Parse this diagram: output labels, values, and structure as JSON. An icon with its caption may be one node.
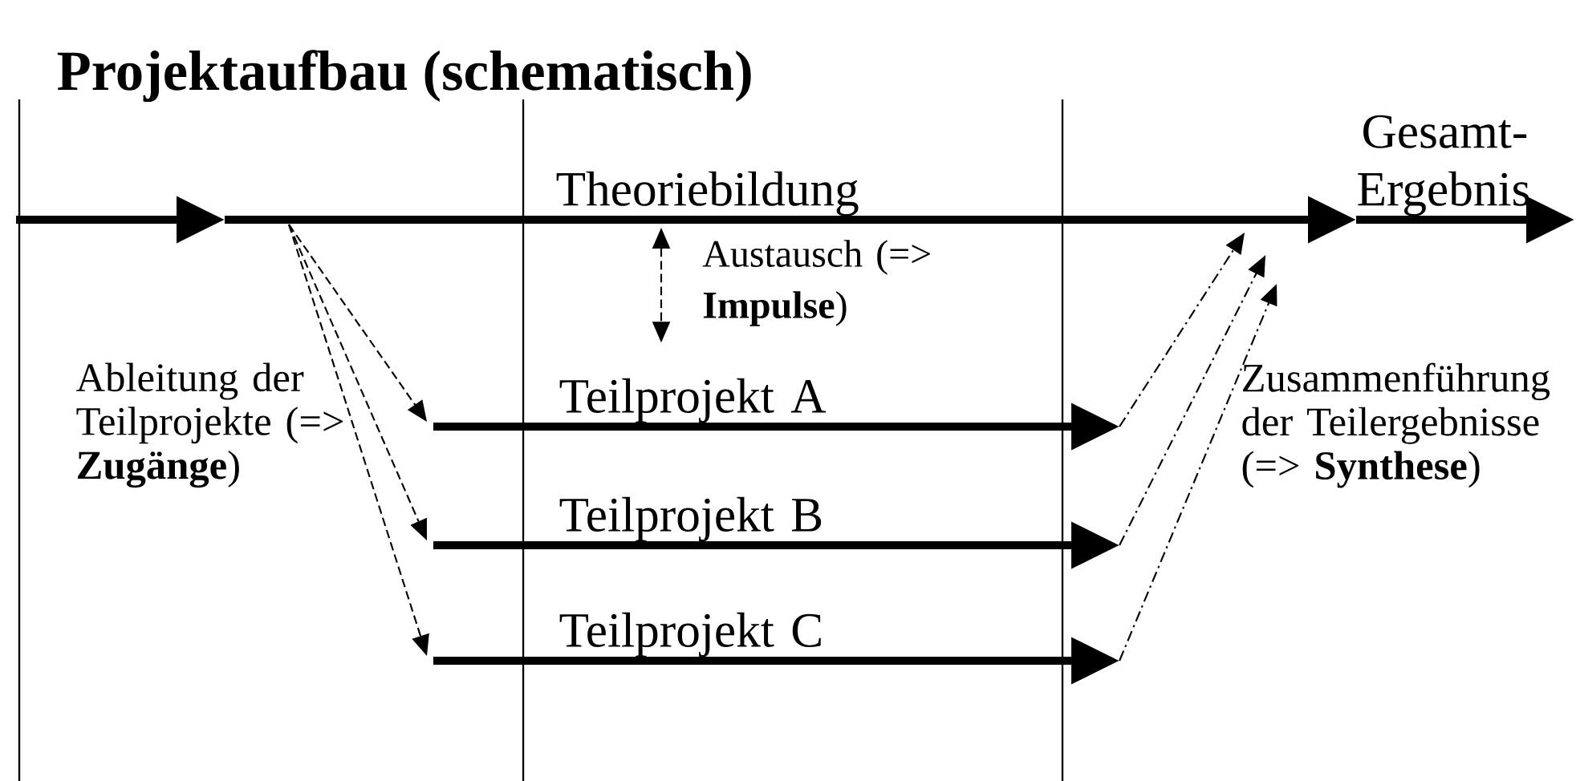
{
  "diagram": {
    "title": "Projektaufbau (schematisch)",
    "nodes": [
      {
        "text": [
          "Theoriebildung"
        ]
      },
      {
        "text": [
          "Gesamt- Ergebnis"
        ]
      },
      {
        "text": [
          "Teilprojekt A"
        ]
      },
      {
        "text": [
          "Teilprojekt B"
        ]
      },
      {
        "text": [
          "Teilprojekt C"
        ]
      }
    ],
    "edges": [
      {
        "from": null,
        "to": 0,
        "arrow": "to",
        "style": "thick"
      },
      {
        "from": 0,
        "to": 1,
        "arrow": "to",
        "style": "thick"
      },
      {
        "from": 1,
        "to": null,
        "arrow": "to",
        "style": "thick"
      },
      {
        "from": 0,
        "to": 2,
        "arrow": "to",
        "style": "dashed"
      },
      {
        "from": 0,
        "to": 3,
        "arrow": "to",
        "style": "dashed"
      },
      {
        "from": 0,
        "to": 4,
        "arrow": "to",
        "style": "dashed"
      },
      {
        "from": 2,
        "to": 0,
        "arrow": "to",
        "style": "dashed"
      },
      {
        "from": 3,
        "to": 0,
        "arrow": "to",
        "style": "dashed"
      },
      {
        "from": 4,
        "to": 0,
        "arrow": "to",
        "style": "dashed"
      },
      {
        "from": 0,
        "to": 2,
        "arrow": "both",
        "style": "dashed",
        "label": "Austausch (=> **Impulse**)"
      }
    ],
    "labels": [
      "Ableitung der Teilprojekte (=> **Zugänge**)",
      "Zusammenführung der Teilergebnisse (=> **Synthese**)"
    ]
  }
}
